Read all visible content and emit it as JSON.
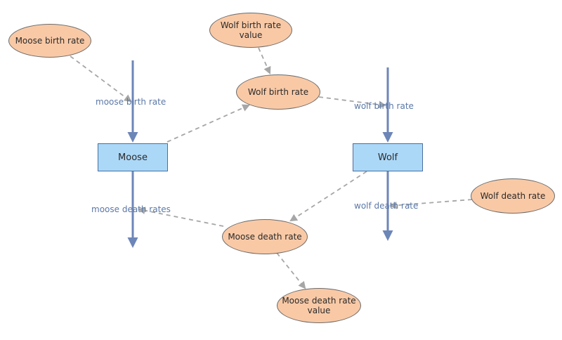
{
  "diagram": {
    "stocks": {
      "moose": "Moose",
      "wolf": "Wolf"
    },
    "variables": {
      "moose_birth_rate": "Moose birth rate",
      "wolf_birth_rate_value": "Wolf birth rate value",
      "wolf_birth_rate": "Wolf birth rate",
      "wolf_death_rate": "Wolf death rate",
      "moose_death_rate": "Moose death rate",
      "moose_death_rate_value": "Moose death rate value"
    },
    "flows": {
      "moose_birth_rate": "moose birth rate",
      "wolf_birth_rate": "wolf birth rate",
      "moose_death_rates": "moose death rates",
      "wolf_death_rate": "wolf death rate"
    },
    "colors": {
      "flow": "#6d86b8",
      "link": "#a6a6a6",
      "variable_fill": "#f9c9a6",
      "stock_fill": "#acd8f7"
    }
  }
}
